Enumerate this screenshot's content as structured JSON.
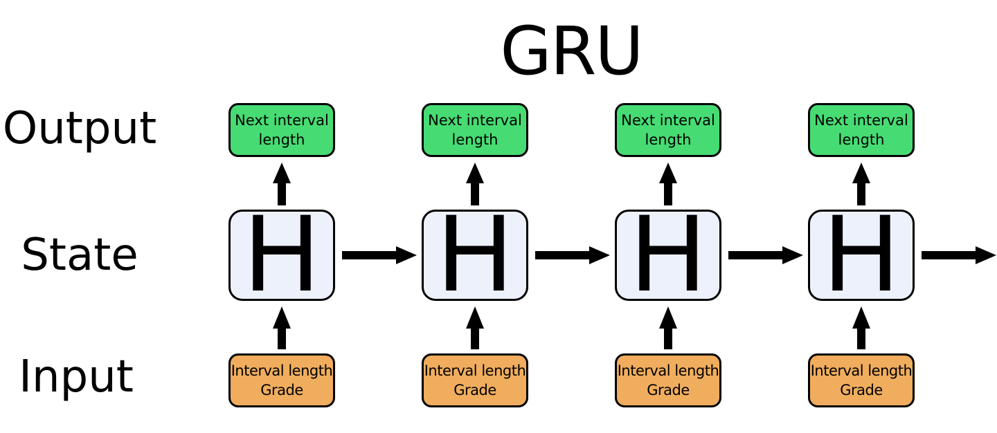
{
  "title": "GRU",
  "row_labels": {
    "output": "Output",
    "state": "State",
    "input": "Input"
  },
  "steps": [
    {
      "output": [
        "Next interval",
        "length"
      ],
      "state": "H",
      "input": [
        "Interval length",
        "Grade"
      ]
    },
    {
      "output": [
        "Next interval",
        "length"
      ],
      "state": "H",
      "input": [
        "Interval length",
        "Grade"
      ]
    },
    {
      "output": [
        "Next interval",
        "length"
      ],
      "state": "H",
      "input": [
        "Interval length",
        "Grade"
      ]
    },
    {
      "output": [
        "Next interval",
        "length"
      ],
      "state": "H",
      "input": [
        "Interval length",
        "Grade"
      ]
    }
  ],
  "colors": {
    "output": "#46dc73",
    "state": "#edf1fc",
    "input": "#f0ad5e"
  }
}
